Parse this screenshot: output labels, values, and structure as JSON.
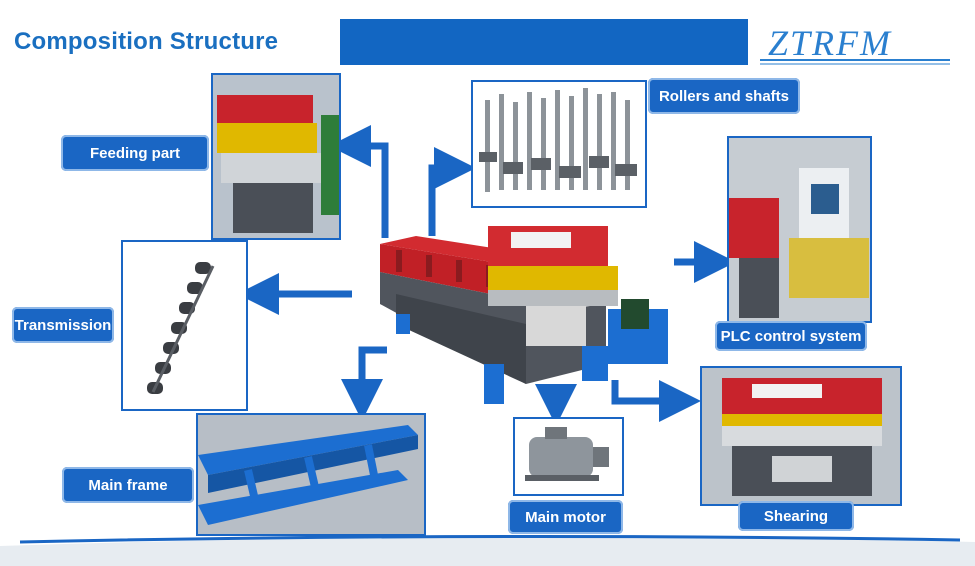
{
  "header": {
    "title": "Composition Structure",
    "logo_text": "ZTRFM"
  },
  "labels": {
    "feeding": "Feeding part",
    "rollers": "Rollers and shafts",
    "transmission": "Transmission",
    "plc": "PLC control system",
    "main_frame": "Main frame",
    "main_motor": "Main motor",
    "shearing": "Shearing"
  },
  "colors": {
    "accent": "#1a66c4",
    "title": "#1a6fc0",
    "machine_red": "#c8232c",
    "machine_gray": "#4a4f57"
  }
}
